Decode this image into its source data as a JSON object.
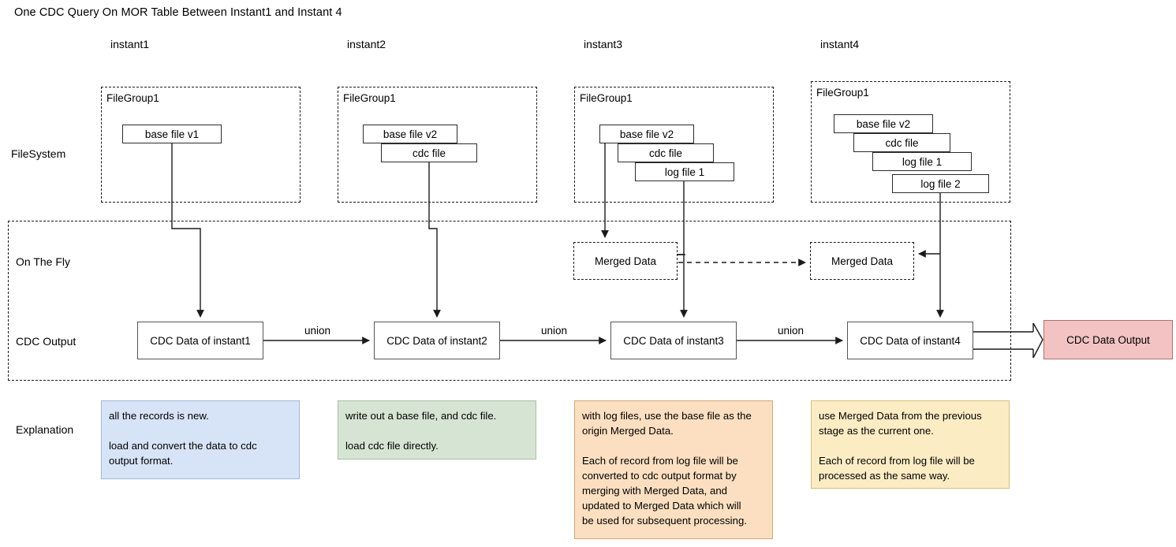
{
  "title": "One CDC Query On MOR Table Between Instant1 and Instant 4",
  "columns": [
    {
      "label": "instant1"
    },
    {
      "label": "instant2"
    },
    {
      "label": "instant3"
    },
    {
      "label": "instant4"
    }
  ],
  "rows": {
    "filesystem": "FileSystem",
    "on_the_fly": "On The Fly",
    "cdc_output": "CDC Output",
    "explanation": "Explanation"
  },
  "filegroups": [
    {
      "label": "FileGroup1",
      "files": [
        "base file v1"
      ]
    },
    {
      "label": "FileGroup1",
      "files": [
        "base file v2",
        "cdc file"
      ]
    },
    {
      "label": "FileGroup1",
      "files": [
        "base file v2",
        "cdc file",
        "log file 1"
      ]
    },
    {
      "label": "FileGroup1",
      "files": [
        "base file v2",
        "cdc file",
        "log file 1",
        "log file 2"
      ]
    }
  ],
  "merged": [
    {
      "label": "Merged Data"
    },
    {
      "label": "Merged Data"
    }
  ],
  "cdc_boxes": [
    {
      "label": "CDC Data of instant1"
    },
    {
      "label": "CDC Data of instant2"
    },
    {
      "label": "CDC Data of instant3"
    },
    {
      "label": "CDC Data of instant4"
    }
  ],
  "unions": [
    "union",
    "union",
    "union"
  ],
  "output": {
    "label": "CDC Data Output",
    "fill": "#f3c3c3",
    "stroke": "#b07070"
  },
  "explanations": [
    {
      "text": "all the records is new.\n\nload and convert the data to cdc\noutput format.",
      "fill": "#d7e4f7",
      "stroke": "#9fb6d6"
    },
    {
      "text": "write out a base file, and cdc file.\n\nload cdc file directly.",
      "fill": "#d6e4d3",
      "stroke": "#a8bfa4"
    },
    {
      "text": "with log files, use the base file as the\norigin Merged Data.\n\nEach of record from log file will be\nconverted to cdc output format by\nmerging with Merged Data, and\nupdated to Merged Data which will\nbe used for subsequent processing.",
      "fill": "#fbdfc0",
      "stroke": "#cfa878"
    },
    {
      "text": "use Merged Data from the previous\nstage as the current one.\n\nEach of record from log file will be\nprocessed as the same way.",
      "fill": "#fcecc4",
      "stroke": "#d6bd7e"
    }
  ],
  "colors": {
    "line": "#1a1a1a",
    "box_stroke": "#2b2b2b"
  }
}
